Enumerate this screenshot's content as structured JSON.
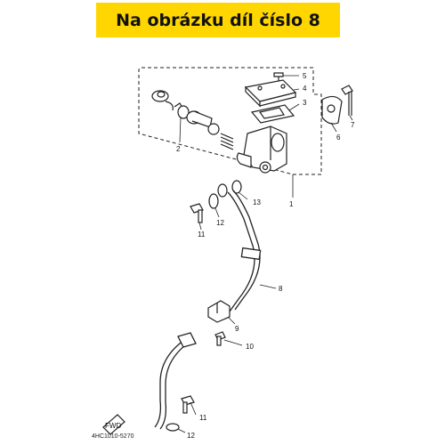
{
  "header": {
    "title": "Na obrázku díl číslo 8"
  },
  "diagram": {
    "callouts": [
      "1",
      "2",
      "3",
      "4",
      "5",
      "6",
      "7",
      "8",
      "9",
      "10",
      "11",
      "12",
      "13",
      "11",
      "12"
    ],
    "direction_badge": "FWD",
    "drawing_code": "4HC1010-5270"
  },
  "colors": {
    "banner": "#ffd600",
    "line": "#222222"
  }
}
